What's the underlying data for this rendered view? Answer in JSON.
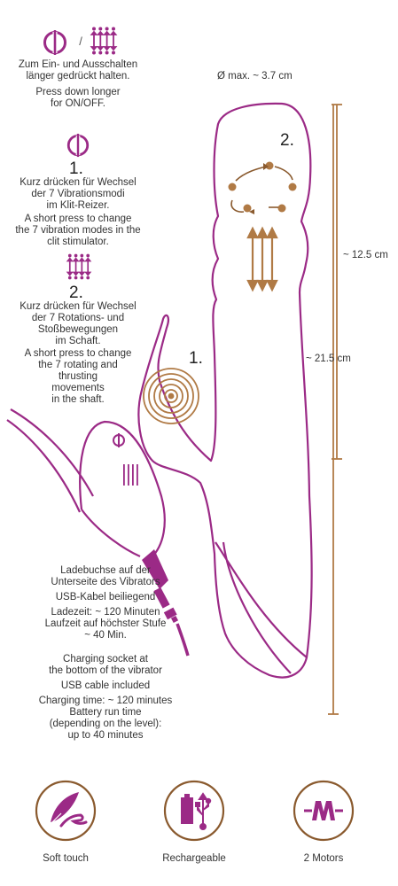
{
  "onoff": {
    "separator": "/",
    "de_1": "Zum Ein- und Ausschalten",
    "de_2": "länger gedrückt halten.",
    "en_1": "Press down longer",
    "en_2": "for ON/OFF."
  },
  "step1": {
    "number": "1.",
    "de_1": "Kurz drücken für Wechsel",
    "de_2": "der 7 Vibrationsmodi",
    "de_3": "im Klit-Reizer.",
    "en_1": "A short press to change",
    "en_2": "the 7 vibration modes in the",
    "en_3": "clit stimulator."
  },
  "step2": {
    "number": "2.",
    "de_1": "Kurz drücken für Wechsel",
    "de_2": "der 7 Rotations- und",
    "de_3": "Stoßbewegungen",
    "de_4": "im Schaft.",
    "en_1": "A short press to change",
    "en_2": "the 7 rotating and",
    "en_3": "thrusting",
    "en_4": "movements",
    "en_5": "in the shaft."
  },
  "dimensions": {
    "diameter": "Ø max. ~ 3.7 cm",
    "insertable": "~ 12.5 cm",
    "total": "~ 21.5 cm"
  },
  "diagram_labels": {
    "shaft_number": "2.",
    "clit_number": "1."
  },
  "charging": {
    "de_1": "Ladebuchse auf der",
    "de_2": "Unterseite des Vibrators",
    "de_3": "USB-Kabel beiliegend",
    "de_4": "Ladezeit: ~ 120 Minuten",
    "de_5": "Laufzeit auf höchster Stufe",
    "de_6": "~ 40 Min.",
    "en_1": "Charging socket at",
    "en_2": "the bottom of the vibrator",
    "en_3": "USB cable included",
    "en_4": "Charging time: ~ 120 minutes",
    "en_5": "Battery run time",
    "en_6": "(depending on the level):",
    "en_7": "up to 40 minutes"
  },
  "features": [
    {
      "label": "Soft touch",
      "icon": "feather-hand-icon"
    },
    {
      "label": "Rechargeable",
      "icon": "battery-usb-icon"
    },
    {
      "label": "2 Motors",
      "icon": "motor-icon"
    }
  ],
  "colors": {
    "purple": "#9b2a86",
    "bronze": "#b07a45",
    "brown": "#8a5a2e",
    "text": "#333333"
  }
}
